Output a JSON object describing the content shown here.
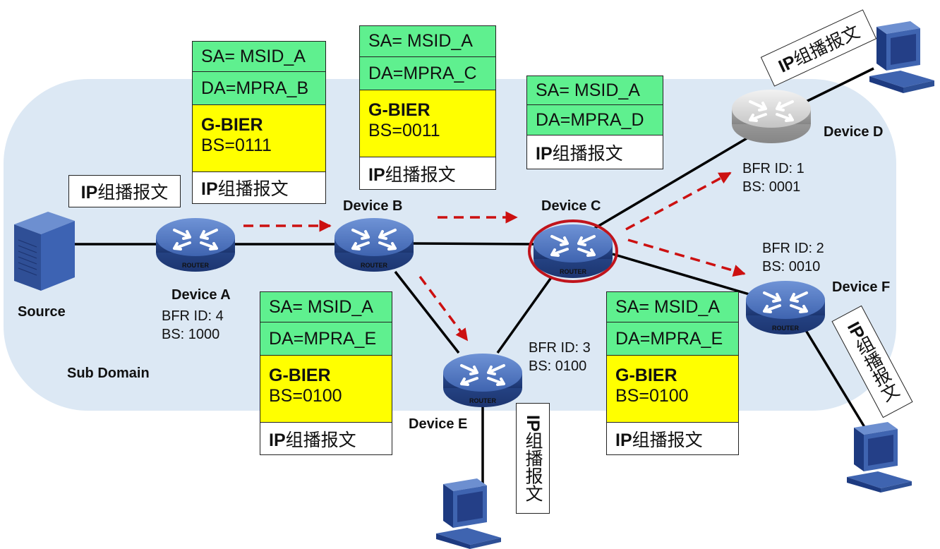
{
  "domain_label": "Sub Domain",
  "source_label": "Source",
  "devices": {
    "a": {
      "name": "Device A",
      "bfr_id": "BFR ID: 4",
      "bs": "BS: 1000"
    },
    "b": {
      "name": "Device B"
    },
    "c": {
      "name": "Device C"
    },
    "d": {
      "name": "Device D",
      "bfr_id": "BFR ID: 1",
      "bs": "BS: 0001"
    },
    "e": {
      "name": "Device E",
      "bfr_id": "BFR ID: 3",
      "bs": "BS: 0100"
    },
    "f": {
      "name": "Device F",
      "bfr_id": "BFR ID: 2",
      "bs": "BS: 0010"
    }
  },
  "router_text": "ROUTER",
  "payload_ip_bold": "IP",
  "payload_rest": "组播报文",
  "packets": {
    "ab": {
      "sa": "SA= MSID_A",
      "da": "DA=MPRA_B",
      "gbier": "G-BIER",
      "bs": "BS=0111"
    },
    "bc": {
      "sa": "SA= MSID_A",
      "da": "DA=MPRA_C",
      "gbier": "G-BIER",
      "bs": "BS=0011"
    },
    "cd": {
      "sa": "SA= MSID_A",
      "da": "DA=MPRA_D"
    },
    "be": {
      "sa": "SA= MSID_A",
      "da": "DA=MPRA_E",
      "gbier": "G-BIER",
      "bs": "BS=0100"
    },
    "cf": {
      "sa": "SA= MSID_A",
      "da": "DA=MPRA_E",
      "gbier": "G-BIER",
      "bs": "BS=0100"
    }
  },
  "colors": {
    "domain_fill": "#dce8f4",
    "sa_da_fill": "#5ff08f",
    "gbier_fill": "#ffff00",
    "arrow": "#cc1010",
    "router_blue": "#3a5ea8",
    "router_gray": "#b8b8b8",
    "highlight_ring": "#c0141c"
  }
}
